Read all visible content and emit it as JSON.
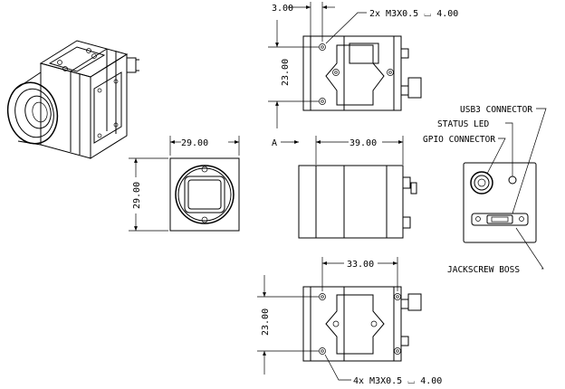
{
  "dimensions": {
    "top_offset": "3.00",
    "top_height": "23.00",
    "front_width": "29.00",
    "front_height": "29.00",
    "side_length": "39.00",
    "bottom_length": "33.00",
    "bottom_height": "23.00"
  },
  "section_marker": "A",
  "callouts": {
    "top_holes": "2x M3X0.5 ⌴ 4.00",
    "bottom_holes": "4x M3X0.5 ⌴ 4.00",
    "usb3": "USB3 CONNECTOR",
    "status_led": "STATUS LED",
    "gpio": "GPIO CONNECTOR",
    "jackscrew": "JACKSCREW BOSS"
  }
}
